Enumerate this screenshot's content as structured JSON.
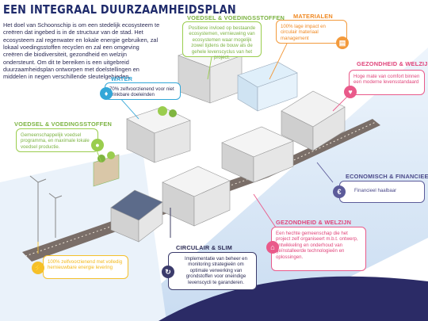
{
  "title": "EEN INTEGRAAL DUURZAAMHEIDSPLAN",
  "intro": "Het doel van Schoonschip is om een stedelijk ecosysteem te creëren dat ingebed is in de structuur van de stad. Het ecosysteem zal regenwater en lokale energie gebruiken, zal lokaal voedingsstoffen recyclen en zal een omgeving creëren die biodiversiteit, gezondheid en welzijn ondersteunt. Om dit te bereiken is een uitgebreid duurzaamheidsplan ontworpen met doelstellingen en middelen in negen verschillende sleutelgebieden.",
  "callouts": {
    "voedsel_top": {
      "heading": "VOEDSEL & VOEDINGSSTOFFEN",
      "text": "Positieve invloed op bestaande ecosystemen, vernieuwing van ecosystemen waar mogelijk zowel tijdens de bouw als de gehele levenscyclus van het project."
    },
    "materialen": {
      "heading": "MATERIALEN",
      "text": "100% lage impact en circulair materiaal management"
    },
    "water": {
      "heading": "WATER",
      "text": "70% zelfvoorzienend voor niet drinkbare doeleinden"
    },
    "gezondheid_top": {
      "heading": "GEZONDHEID & WELZIJN",
      "text": "Hoge mate van comfort binnen een moderne levensstandaard"
    },
    "voedsel_left": {
      "heading": "VOEDSEL & VOEDINGSSTOFFEN",
      "text": "Gemeenschappelijk voedsel programma, en maximale lokale voedsel productie."
    },
    "economisch": {
      "heading": "ECONOMISCH & FINANCIEEL",
      "text": "Financieel haalbaar"
    },
    "gezondheid_bottom": {
      "heading": "GEZONDHEID & WELZIJN",
      "text": "Een hechte gemeenschap die het project zelf organiseert m.b.t. ontwerp, ontwikkeling en onderhoud van geïnstalleerde technologieën en oplossingen."
    },
    "circulair": {
      "heading": "CIRCULAIR & SLIM",
      "text": "Implementatie van beheer en monitoring strategieën om optimale verwerking van grondstoffen voor oneindige levenscycli te garanderen."
    },
    "energie": {
      "heading": "",
      "text": "100% zelfvoorzienend met volledig hernieuwbare energie levering"
    }
  },
  "colors": {
    "navy": "#1f2b6b",
    "green": "#9acd4e",
    "orange": "#f39a3c",
    "pink": "#e95a8a",
    "blue": "#33a7d8",
    "yellow": "#f5c02a",
    "purple": "#5c5b9a",
    "water": "#dbe9f7",
    "road": "#7a6e68"
  }
}
